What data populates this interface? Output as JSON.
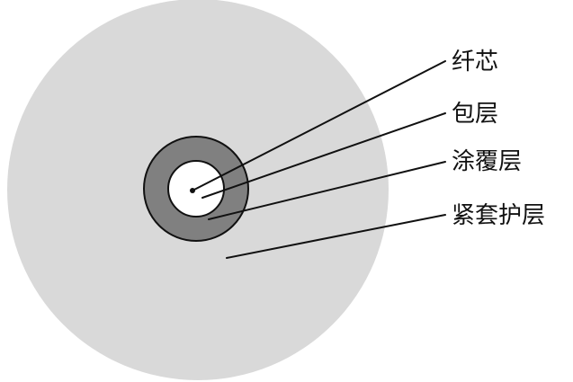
{
  "labels": {
    "fiber_core": "纤芯",
    "cladding": "包层",
    "coating": "涂覆层",
    "tight_buffer": "紧套护层"
  },
  "colors": {
    "tight_buffer_fill": "#d9d9d9",
    "coating_fill": "#808080",
    "coating_outline": "#111111",
    "cladding_fill": "#ffffff",
    "fiber_core_fill": "#111111",
    "text": "#111111"
  }
}
